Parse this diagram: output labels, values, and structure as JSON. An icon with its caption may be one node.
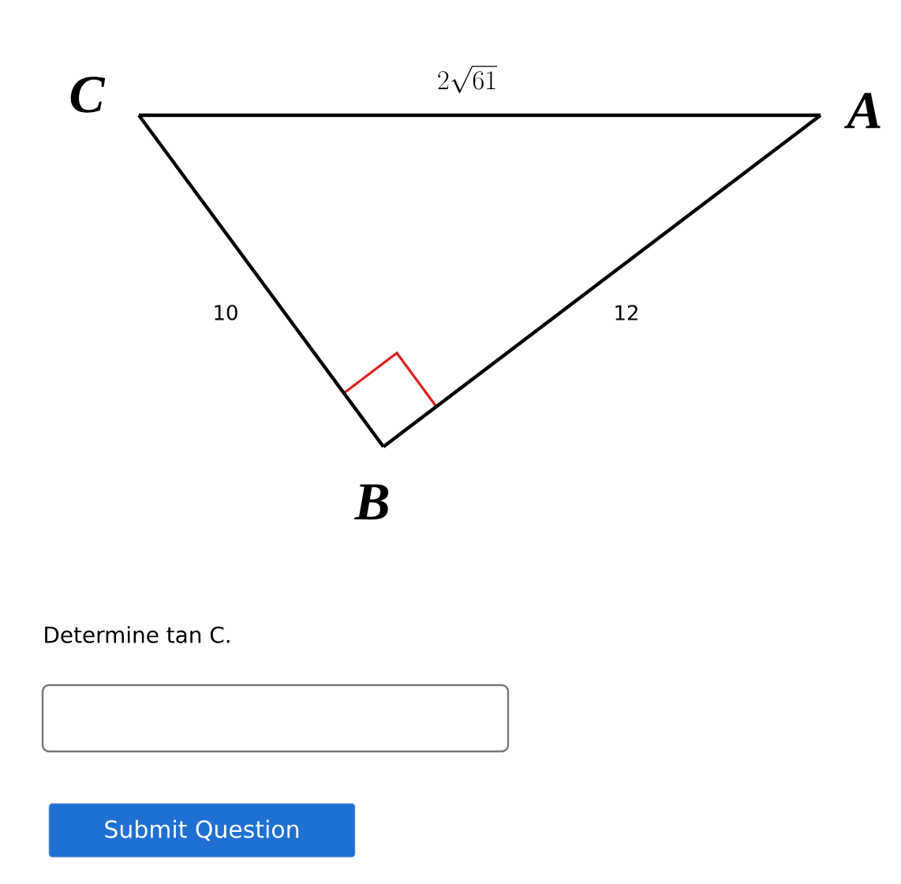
{
  "diagram": {
    "nodes": [
      {
        "text": [
          "C"
        ]
      },
      {
        "text": [
          "A"
        ]
      },
      {
        "text": [
          "B"
        ]
      }
    ],
    "edges": [
      {
        "from": 0,
        "to": 1,
        "arrow": "none",
        "label": "2\\sqrt{61}"
      },
      {
        "from": 0,
        "to": 2,
        "arrow": "none",
        "label": "10"
      },
      {
        "from": 2,
        "to": 1,
        "arrow": "none",
        "label": "12"
      }
    ],
    "labels": [
      "Determine tan C.",
      "Submit Question"
    ]
  }
}
